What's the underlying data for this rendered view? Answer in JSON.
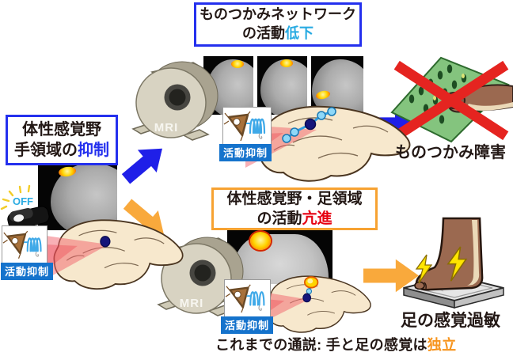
{
  "figure": {
    "boxes": {
      "grasp_network": {
        "line1": "ものつかみネットワーク",
        "line2_prefix": "の活動",
        "line2_highlight": "低下"
      },
      "hand_suppression": {
        "line1": "体性感覚野",
        "line2_prefix": "手領域の",
        "line2_highlight": "抑制"
      },
      "foot_region": {
        "line1": "体性感覚野・足領域",
        "line2_prefix": "の活動",
        "line2_highlight": "亢進"
      }
    },
    "labels": {
      "mri": "MRI",
      "off_switch": "OFF",
      "activity_suppression": "活動抑制",
      "grasp_impairment": "ものつかみ障害",
      "foot_hypersensitivity": "足の感覚過敏",
      "caption_prefix": "これまでの通説: 手と足の感覚は",
      "caption_highlight": "独立"
    },
    "icons": {
      "mri_scanner": "MRI scanner drawing",
      "off_switch": "rocker switch turned off",
      "neuron_receptor": "neuron with inhibitory receptor",
      "brain_scan": "fMRI coronal slice with activation spot",
      "brain_lateral": "monkey brain lateral view with network nodes",
      "red_cross": "red X crossing out grasping",
      "lightning": "hypersensitivity bolts"
    },
    "colors": {
      "blue_accent": "#2430EE",
      "cyan_highlight": "#29ABE2",
      "orange_accent": "#F7A232",
      "red_highlight": "#E60012",
      "orange_highlight": "#F7941D",
      "label_bg": "#1573CC",
      "arrow_blue": "#1F1FE8",
      "arrow_orange": "#F9A93C",
      "red_cross": "#E52420",
      "node_navy": "#15157A",
      "node_lightblue": "#8FD8F8"
    }
  }
}
